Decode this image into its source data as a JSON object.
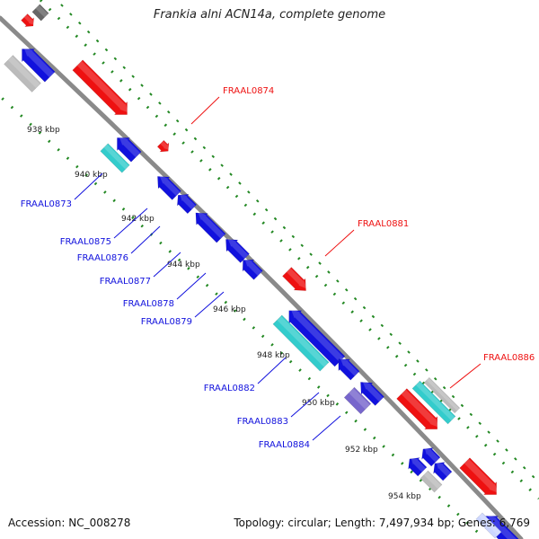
{
  "title": "Frankia alni ACN14a, complete genome",
  "footer": {
    "accession": "Accession: NC_008278",
    "topology": "Topology: circular; Length: 7,497,934 bp; Genes: 6,769"
  },
  "colors": {
    "forward_cds": "#ee1111",
    "reverse_cds": "#1111dd",
    "highlight_cds": "#33cccc",
    "other_feature": "#bbbbbb",
    "rna_feature": "#7766cc",
    "backbone": "#8a8a8a",
    "ticks": "#228822"
  },
  "scale_ticks": [
    {
      "label": "938 kbp"
    },
    {
      "label": "940 kbp"
    },
    {
      "label": "942 kbp"
    },
    {
      "label": "944 kbp"
    },
    {
      "label": "946 kbp"
    },
    {
      "label": "948 kbp"
    },
    {
      "label": "950 kbp"
    },
    {
      "label": "952 kbp"
    },
    {
      "label": "954 kbp"
    }
  ],
  "gene_labels": {
    "FRAAL0873": "FRAAL0873",
    "FRAAL0874": "FRAAL0874",
    "FRAAL0875": "FRAAL0875",
    "FRAAL0876": "FRAAL0876",
    "FRAAL0877": "FRAAL0877",
    "FRAAL0878": "FRAAL0878",
    "FRAAL0879": "FRAAL0879",
    "FRAAL0881": "FRAAL0881",
    "FRAAL0882": "FRAAL0882",
    "FRAAL0883": "FRAAL0883",
    "FRAAL0884": "FRAAL0884",
    "FRAAL0886": "FRAAL0886"
  }
}
